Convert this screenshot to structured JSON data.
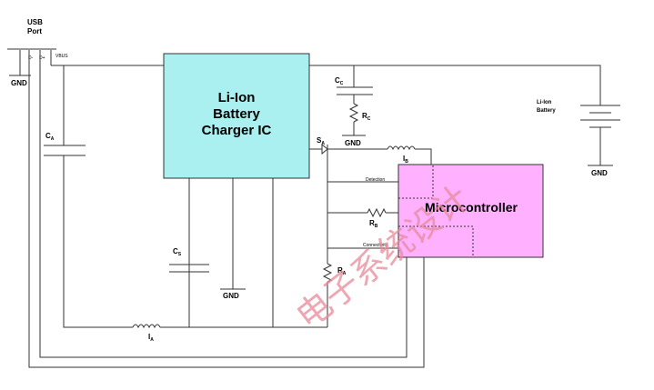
{
  "usb": {
    "title": "USB",
    "subtitle": "Port",
    "pin_dm": "D-",
    "pin_dp": "D+",
    "pin_vbus": "VBUS",
    "gnd": "GND"
  },
  "charger": {
    "line1": "Li-Ion",
    "line2": "Battery",
    "line3": "Charger IC",
    "fill": "#aaf0f0"
  },
  "micro": {
    "label": "Microcontroller",
    "detection": "Detection",
    "connectivity": "Connectivity",
    "fill": "#ffb0ff"
  },
  "battery": {
    "line1": "Li-Ion",
    "line2": "Battery",
    "gnd": "GND"
  },
  "components": {
    "ca": "C",
    "ca_sub": "A",
    "cc": "C",
    "cc_sub": "C",
    "cs": "C",
    "cs_sub": "S",
    "rc": "R",
    "rc_sub": "C",
    "rb": "R",
    "rb_sub": "B",
    "ra": "R",
    "ra_sub": "A",
    "sa": "S",
    "sa_sub": "A",
    "ib": "I",
    "ib_sub": "B",
    "ia": "I",
    "ia_sub": "A",
    "gnd_cc": "GND",
    "gnd_cs": "GND"
  },
  "watermark": "电子系统设计"
}
